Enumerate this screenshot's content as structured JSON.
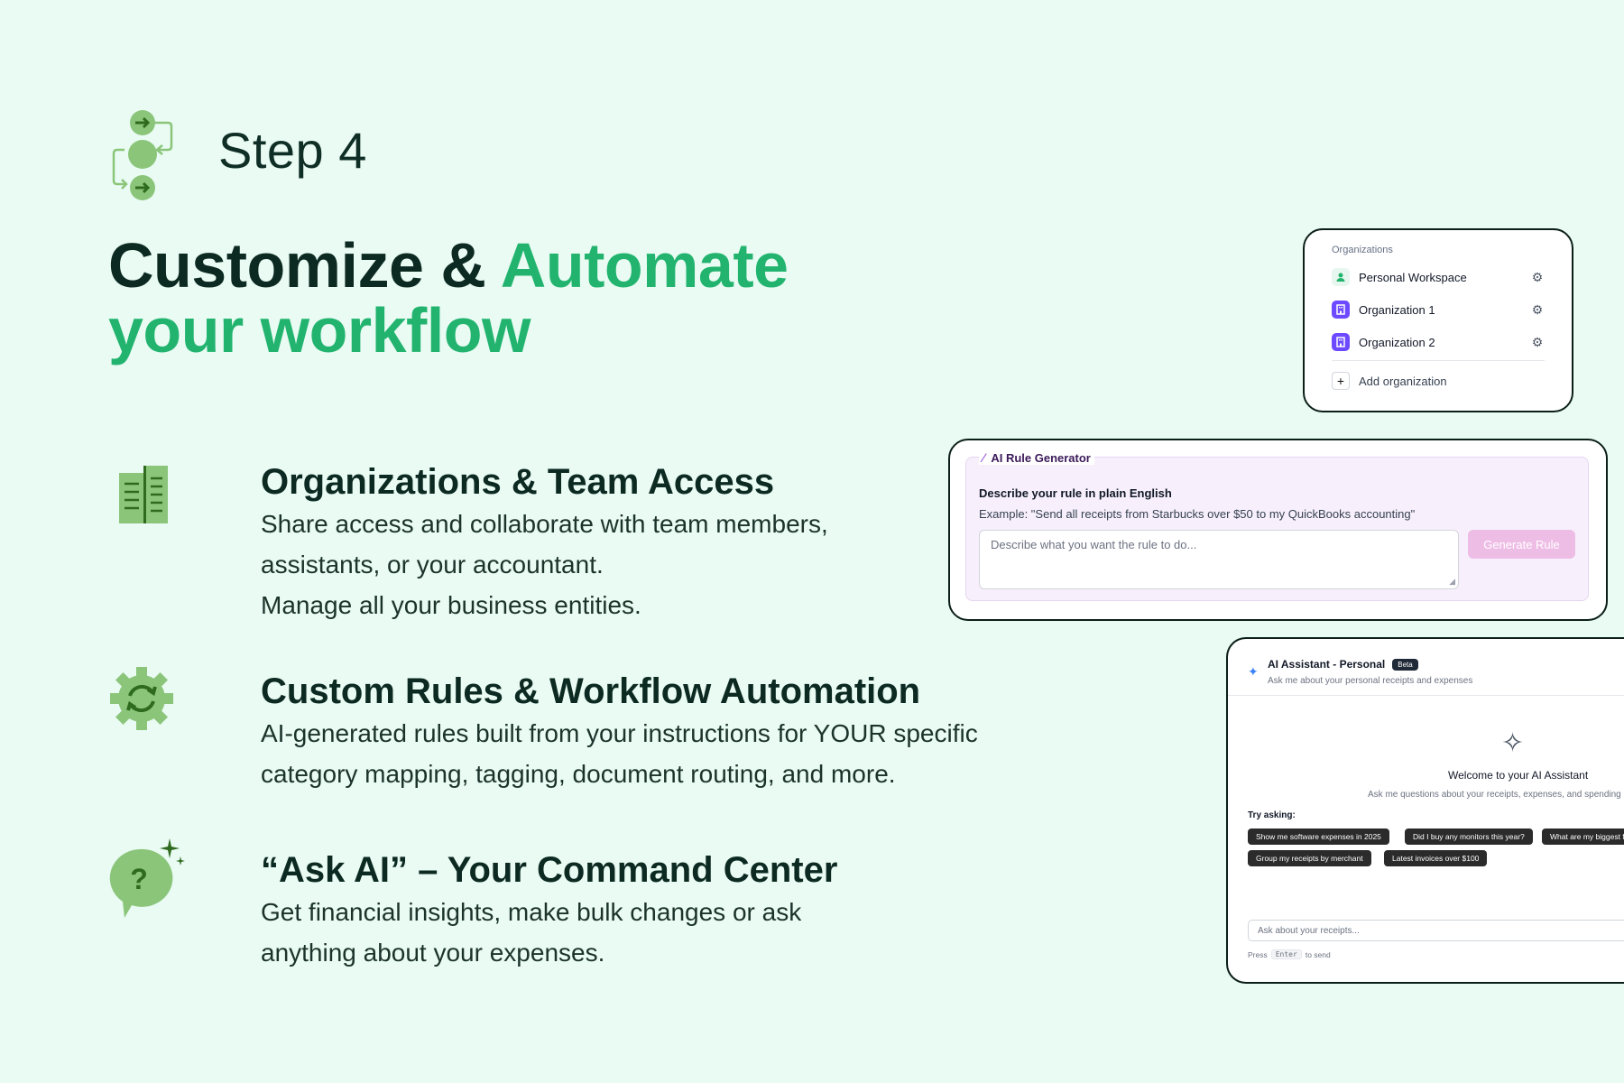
{
  "step": {
    "label": "Step 4"
  },
  "headline": {
    "part1": "Customize & ",
    "part2": "Automate",
    "line2": "your workflow"
  },
  "features": [
    {
      "title": "Organizations & Team Access",
      "lines": [
        "Share access and collaborate with team members,",
        "assistants, or your accountant.",
        "Manage all your business entities."
      ],
      "icon": "building-icon"
    },
    {
      "title": "Custom Rules & Workflow Automation",
      "lines": [
        "AI-generated rules built from your instructions for YOUR specific",
        "category mapping, tagging, document routing, and more."
      ],
      "icon": "gear-sync-icon"
    },
    {
      "title": "“Ask AI” – Your Command Center",
      "lines": [
        "Get financial insights, make bulk changes or ask",
        "anything about your expenses."
      ],
      "icon": "chat-question-icon"
    }
  ],
  "org_card": {
    "heading": "Organizations",
    "items": [
      {
        "name": "Personal Workspace",
        "color": "#e7f6ee"
      },
      {
        "name": "Organization 1",
        "color": "#6d4aff"
      },
      {
        "name": "Organization 2",
        "color": "#6d4aff"
      }
    ],
    "add_label": "Add organization"
  },
  "rule_card": {
    "title": "AI Rule Generator",
    "label": "Describe your rule in plain English",
    "example": "Example: \"Send all receipts from Starbucks over $50 to my QuickBooks accounting\"",
    "placeholder": "Describe what you want the rule to do...",
    "button": "Generate Rule"
  },
  "ai_card": {
    "title": "AI Assistant - Personal",
    "beta": "Beta",
    "subtitle": "Ask me about your personal receipts and expenses",
    "welcome": "Welcome to your AI Assistant",
    "welcome_sub": "Ask me questions about your receipts, expenses, and spending",
    "try_label": "Try asking:",
    "chips": [
      "Show me software expenses in 2025",
      "Did I buy any monitors this year?",
      "What are my biggest fo",
      "Group my receipts by merchant",
      "Latest invoices over $100"
    ],
    "input_placeholder": "Ask about your receipts...",
    "hint_pre": "Press",
    "hint_key": "Enter",
    "hint_post": "to send"
  },
  "colors": {
    "background": "#e9fbf3",
    "accent_green": "#22b46f",
    "icon_green": "#8bc57a",
    "icon_dark_green": "#2f6b1f"
  }
}
